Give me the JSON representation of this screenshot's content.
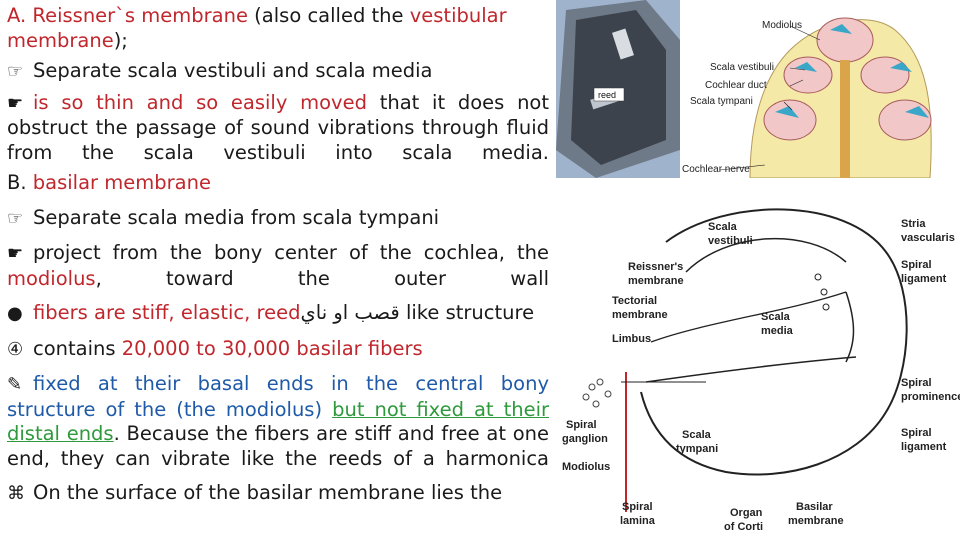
{
  "text": {
    "l1a": "A. ",
    "l1b": "Reissner`s membrane",
    "l1c": " (also called the ",
    "l1d": "vestibular",
    "l2a": "membrane",
    "l2b": ");",
    "b1": "Separate scala vestibuli and scala media",
    "b2a": "is so thin and so easily moved",
    "b2b": " that it does not obstruct the passage of sound vibrations through fluid from the scala vestibuli into scala media.",
    "l5a": "B. ",
    "l5b": "basilar membrane",
    "b3": "Separate scala media from scala tympani",
    "b4a": "project from the bony center of the cochlea, the ",
    "b4b": "modiolus",
    "b4c": ", toward the outer wall",
    "b5a": "fibers are stiff, elastic, reed",
    "b5b": "قصب او ناي",
    "b5c": " like structure",
    "b6a": "contains ",
    "b6b": "20,000 to 30,000 basilar fibers",
    "b7a": "fixed at their basal ends in the central bony structure of the (the modiolus) ",
    "b7b": "but not fixed at their distal ends",
    "b7c": ". Because the fibers are stiff and free at one end, they can vibrate",
    "b7d": " like the reeds of a harmonica",
    "b8": "On the surface of the basilar membrane lies the"
  },
  "bullets": {
    "b1": "☞",
    "b2": "☛",
    "b3": "☞",
    "b4": "☛",
    "b5": "●",
    "b6": "④",
    "b7": "✎",
    "b8": "⌘"
  },
  "photo": {
    "reed_label": "reed"
  },
  "fig_top": {
    "modiolus": "Modiolus",
    "scala_vestibuli": "Scala vestibuli",
    "cochlear_duct": "Cochlear duct",
    "scala_tympani": "Scala tympani",
    "cochlear_nerve": "Cochlear nerve"
  },
  "fig_main": {
    "scala_vestibuli_1": "Scala",
    "scala_vestibuli_2": "vestibuli",
    "stria_1": "Stria",
    "stria_2": "vascularis",
    "reissners_1": "Reissner's",
    "reissners_2": "membrane",
    "spiral_lig_1": "Spiral",
    "spiral_lig_2": "ligament",
    "tectorial_1": "Tectorial",
    "tectorial_2": "membrane",
    "scala_media_1": "Scala",
    "scala_media_2": "media",
    "limbus": "Limbus",
    "spiral_prom_1": "Spiral",
    "spiral_prom_2": "prominence",
    "spiral_ganglion_1": "Spiral",
    "spiral_ganglion_2": "ganglion",
    "scala_tympani_1": "Scala",
    "scala_tympani_2": "tympani",
    "spiral_lig2_1": "Spiral",
    "spiral_lig2_2": "ligament",
    "modiolus": "Modiolus",
    "spiral_lamina_1": "Spiral",
    "spiral_lamina_2": "lamina",
    "organ_corti_1": "Organ",
    "organ_corti_2": "of Corti",
    "basilar_1": "Basilar",
    "basilar_2": "membrane"
  }
}
